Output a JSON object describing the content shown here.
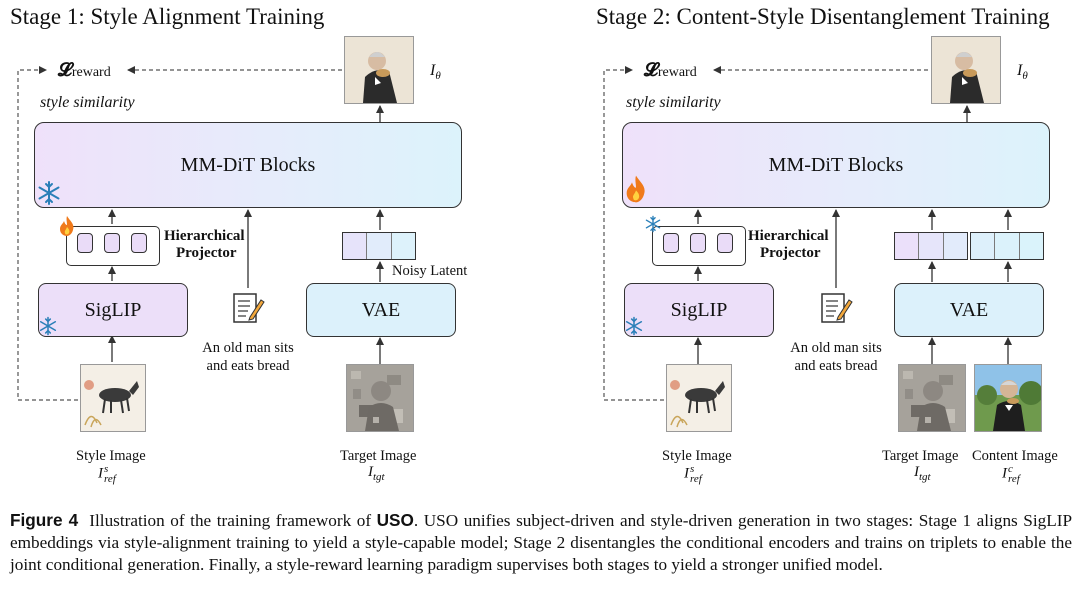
{
  "stage1": {
    "title": "Stage 1: Style Alignment Training",
    "reward_symbol": "𝓛",
    "reward_sub": "reward",
    "style_similarity": "style similarity",
    "output_symbol": "I",
    "output_sub": "θ",
    "mmdit_label": "MM-DiT Blocks",
    "projector_label_1": "Hierarchical",
    "projector_label_2": "Projector",
    "siglip_label": "SigLIP",
    "vae_label": "VAE",
    "noisy_latent_label": "Noisy Latent",
    "prompt_line1": "An old man sits",
    "prompt_line2": "and eats bread",
    "style_image_label": "Style Image",
    "style_image_sym": "I",
    "style_image_sup": "s",
    "style_image_sub": "ref",
    "target_image_label": "Target Image",
    "target_image_sym": "I",
    "target_image_sub": "tgt",
    "mmdit_icon": "snowflake-icon",
    "projector_icon": "flame-icon",
    "siglip_icon": "snowflake-icon"
  },
  "stage2": {
    "title": "Stage 2: Content-Style Disentanglement Training",
    "reward_symbol": "𝓛",
    "reward_sub": "reward",
    "style_similarity": "style similarity",
    "output_symbol": "I",
    "output_sub": "θ",
    "mmdit_label": "MM-DiT Blocks",
    "projector_label_1": "Hierarchical",
    "projector_label_2": "Projector",
    "siglip_label": "SigLIP",
    "vae_label": "VAE",
    "prompt_line1": "An old man sits",
    "prompt_line2": "and eats bread",
    "style_image_label": "Style Image",
    "style_image_sym": "I",
    "style_image_sup": "s",
    "style_image_sub": "ref",
    "target_image_label": "Target Image",
    "target_image_sym": "I",
    "target_image_sub": "tgt",
    "content_image_label": "Content Image",
    "content_image_sym": "I",
    "content_image_sup": "c",
    "content_image_sub": "ref",
    "mmdit_icon": "flame-icon",
    "projector_icon": "snowflake-icon",
    "siglip_icon": "snowflake-icon"
  },
  "caption": {
    "figure_label": "Figure 4",
    "text_a": "Illustration of the training framework of",
    "name": "USO",
    "text_b": ". USO unifies subject-driven and style-driven generation in two stages: Stage 1 aligns SigLIP embeddings via style-alignment training to yield a style-capable model; Stage 2 disentangles the conditional encoders and trains on triplets to enable the joint conditional generation. Finally, a style-reward learning paradigm supervises both stages to yield a stronger unified model."
  },
  "colors": {
    "siglip_fill": "#ecdff9",
    "vae_fill": "#dcf1fb",
    "mmdit_gradient_start": "#efe1fa",
    "mmdit_gradient_end": "#dcf3fb",
    "snowflake": "#2a7fb8",
    "flame": "#f07a1a"
  }
}
